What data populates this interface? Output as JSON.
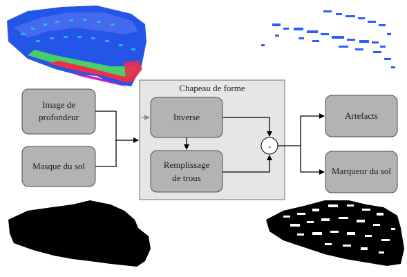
{
  "diagram": {
    "group": {
      "title": "Chapeau de forme"
    },
    "inputs": [
      {
        "id": "depth",
        "lines": [
          "Image de",
          "profondeur"
        ]
      },
      {
        "id": "ground_mask",
        "lines": [
          "Masque du sol"
        ]
      }
    ],
    "inner": [
      {
        "id": "inverse",
        "lines": [
          "Inverse"
        ]
      },
      {
        "id": "fill",
        "lines": [
          "Remplissage",
          "de trous"
        ]
      }
    ],
    "operator": {
      "symbol": "-"
    },
    "outputs": [
      {
        "id": "artifacts",
        "lines": [
          "Artefacts"
        ]
      },
      {
        "id": "ground_marker",
        "lines": [
          "Marqueur du sol"
        ]
      }
    ],
    "colors": {
      "box_fill": "#b3b3b3",
      "box_stroke": "#4d4d4d",
      "group_fill": "#e6e6e6",
      "group_stroke": "#6e6e6e",
      "arrow": "#000000",
      "heatmap_blue": "#2454e8",
      "heatmap_cyan": "#20c8e0",
      "heatmap_green": "#4fdc5a",
      "heatmap_red": "#ee2e4a",
      "heatmap_magenta": "#c21cc4",
      "silhouette": "#000000"
    },
    "thumbnails": [
      {
        "name": "depth-heatmap-image",
        "kind": "heatmap"
      },
      {
        "name": "ground-marker-points-image",
        "kind": "points"
      },
      {
        "name": "ground-mask-image",
        "kind": "silhouette"
      },
      {
        "name": "artifact-mask-image",
        "kind": "artifact-mask"
      }
    ]
  }
}
